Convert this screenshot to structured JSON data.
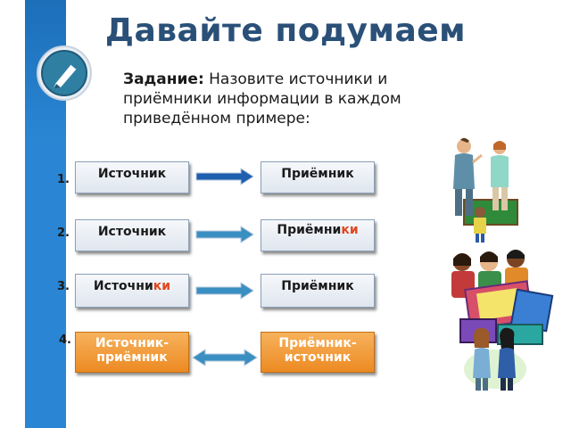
{
  "title": "Давайте подумаем",
  "task": {
    "label": "Задание:",
    "text": " Назовите источники и приёмники  информации в каждом приведённом примере:"
  },
  "rows": [
    {
      "num": "1.",
      "left": "Источник",
      "right": "Приёмник"
    },
    {
      "num": "2.",
      "left": "Источник",
      "right_main": "Приёмни",
      "right_accent": "ки"
    },
    {
      "num": "3.",
      "left_main": "Источни",
      "left_accent": "ки",
      "right": "Приёмник"
    },
    {
      "num": "4.",
      "left_line1": "Источник-",
      "left_line2": "приёмник",
      "right_line1": "Приёмник-",
      "right_line2": "источник"
    }
  ],
  "colors": {
    "sidebar": "#2a86d4",
    "accent": "#e2461e",
    "orange": "#ec8a23",
    "arrow": "#1f5fb0"
  }
}
